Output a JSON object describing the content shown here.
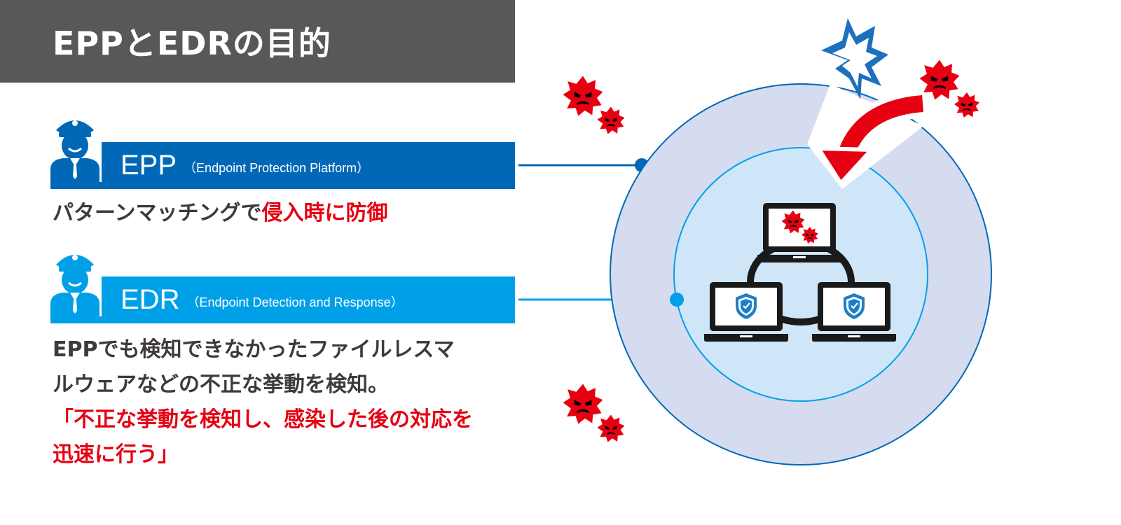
{
  "title": "EPPとEDRの目的",
  "colors": {
    "title_bg": "#595757",
    "epp_blue": "#0068b7",
    "edr_blue": "#00a0e9",
    "accent_red": "#e60012",
    "body_text": "#3e3a39",
    "outer_ring": "#d5dcef",
    "inner_ring": "#cfe6f8"
  },
  "epp": {
    "name": "EPP",
    "full_name": "（Endpoint Protection Platform）",
    "desc_plain": "パターンマッチングで",
    "desc_highlight": "侵入時に防御"
  },
  "edr": {
    "name": "EDR",
    "full_name": "（Endpoint Detection and Response）",
    "desc_line1": "EPPでも検知できなかったファイルレスマ",
    "desc_line2": "ルウェアなどの不正な挙動を検知。",
    "desc_highlight_line1": "「不正な挙動を検知し、感染した後の対応を",
    "desc_highlight_line2": "迅速に行う」"
  },
  "icons": [
    "security-guard-icon",
    "malware-virus-icon",
    "laptop-icon",
    "shield-check-icon",
    "impact-burst-icon",
    "curved-arrow-icon"
  ]
}
